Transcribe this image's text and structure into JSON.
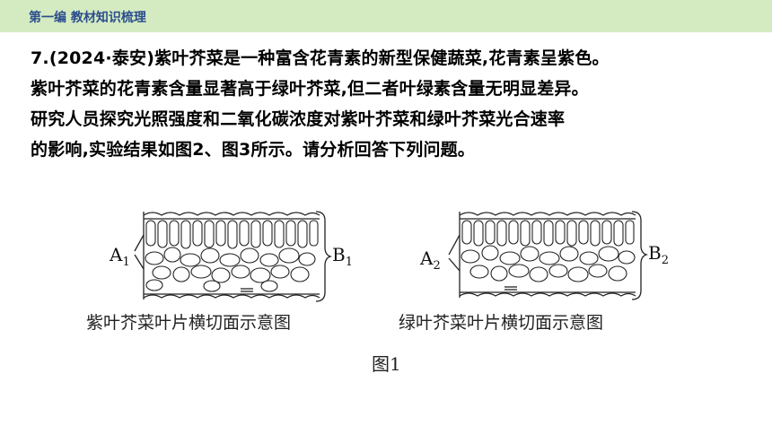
{
  "header": {
    "title": "第一编 教材知识梳理"
  },
  "question": {
    "lines": [
      "7.(2024·泰安)紫叶芥菜是一种富含花青素的新型保健蔬菜,花青素呈紫色。",
      "紫叶芥菜的花青素含量显著高于绿叶芥菜,但二者叶绿素含量无明显差异。",
      "研究人员探究光照强度和二氧化碳浓度对紫叶芥菜和绿叶芥菜光合速率",
      "的影响,实验结果如图2、图3所示。请分析回答下列问题。"
    ]
  },
  "figure": {
    "left": {
      "label_a": "A",
      "label_a_sub": "1",
      "label_b": "B",
      "label_b_sub": "1",
      "caption": "紫叶芥菜叶片横切面示意图"
    },
    "right": {
      "label_a": "A",
      "label_a_sub": "2",
      "label_b": "B",
      "label_b_sub": "2",
      "caption": "绿叶芥菜叶片横切面示意图"
    },
    "figure_label": "图1"
  }
}
